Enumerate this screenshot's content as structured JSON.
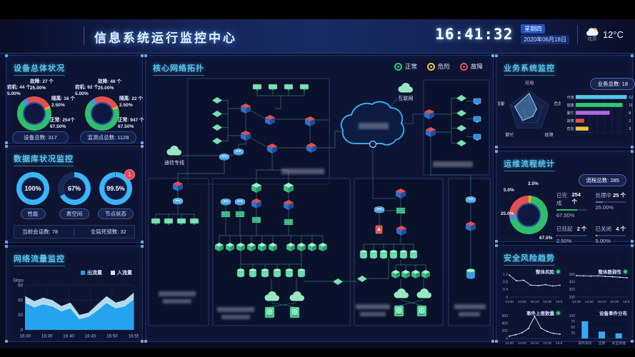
{
  "header": {
    "title": "信息系统运行监控中心",
    "clock": "16:41:32",
    "weekday": "星期四",
    "date": "2020年06月18日",
    "city": "北京",
    "temperature": "12°C"
  },
  "device": {
    "title": "设备总体状况",
    "groups": [
      {
        "badge": "设备总数: 317",
        "slices": [
          {
            "text": "宕机: 44 个",
            "pct": "5.00%",
            "value": 5,
            "color": "#4a90d9"
          },
          {
            "text": "故障: 27 个",
            "pct": "25.00%",
            "value": 25,
            "color": "#e2504c"
          },
          {
            "text": "隔离: 16 个",
            "pct": "2.50%",
            "value": 2.5,
            "color": "#f5a623"
          },
          {
            "text": "正常: 254个",
            "pct": "67.50%",
            "value": 67.5,
            "color": "#2fbe6e"
          }
        ]
      },
      {
        "badge": "监测点总数: 1128",
        "slices": [
          {
            "text": "宕机: 92 个",
            "pct": "5.00%",
            "value": 5,
            "color": "#4a90d9"
          },
          {
            "text": "故障: 48 个",
            "pct": "25.00%",
            "value": 25,
            "color": "#e2504c"
          },
          {
            "text": "隔离: 22 个",
            "pct": "2.50%",
            "value": 2.5,
            "color": "#f5a623"
          },
          {
            "text": "正常: 947 个",
            "pct": "67.50%",
            "value": 67.5,
            "color": "#2fbe6e"
          }
        ]
      }
    ]
  },
  "database": {
    "title": "数据库状况监控",
    "gauges": [
      {
        "display": "100%",
        "value": 100,
        "label": "性能"
      },
      {
        "display": "67%",
        "value": 67,
        "label": "表空间"
      },
      {
        "display": "99.5%",
        "value": 99.5,
        "label": "节点状态",
        "badge": "1"
      }
    ],
    "footer": [
      {
        "text": "当前会话数: 78"
      },
      {
        "text": "全局死锁数: 32"
      }
    ]
  },
  "traffic": {
    "title": "网络流量监控",
    "unit": "Gbps",
    "chart_data": {
      "type": "area",
      "x": [
        "16:30",
        "16:35",
        "16:40",
        "16:45",
        "16:50",
        "16:55"
      ],
      "yticks": [
        0,
        30,
        60,
        90
      ],
      "ylim": [
        0,
        90
      ],
      "series": [
        {
          "name": "出流量",
          "color": "#1fa0ee",
          "values": [
            55,
            46,
            52,
            48,
            38,
            44,
            22,
            27,
            40,
            55,
            44,
            48,
            62
          ]
        },
        {
          "name": "入流量",
          "color": "#bfe9fb",
          "values": [
            68,
            58,
            65,
            60,
            48,
            55,
            30,
            35,
            52,
            68,
            55,
            60,
            75
          ]
        }
      ]
    }
  },
  "topology": {
    "title": "核心网络拓扑",
    "legend": [
      {
        "label": "正常",
        "color": "#2ecc71"
      },
      {
        "label": "危险",
        "color": "#f0c23c"
      },
      {
        "label": "故障",
        "color": "#e2504c"
      }
    ],
    "internet_label": "互联网",
    "line_label": "通信专线"
  },
  "business": {
    "title": "业务系统监控",
    "badge": "业务总数: 18",
    "radar": {
      "axes": [
        "可用",
        "危险",
        "故障",
        "繁忙",
        "健康"
      ],
      "values": [
        0.88,
        0.38,
        0.3,
        0.55,
        0.75
      ]
    },
    "chart_data": {
      "type": "bar",
      "categories": [
        "可用",
        "健康",
        "繁忙",
        "故障",
        "危险"
      ],
      "values": [
        12,
        11,
        8,
        2,
        3
      ],
      "colors": [
        "#56c8e8",
        "#2ecc71",
        "#b06ae0",
        "#e2504c",
        "#f0c23c"
      ],
      "xmax": 12
    }
  },
  "ops": {
    "title": "运维流程统计",
    "badge": "流程总数: 285",
    "donut": {
      "slices": [
        {
          "pct": "2.5%",
          "value": 2.5,
          "color": "#f5a623"
        },
        {
          "pct": "67.5%",
          "value": 67.5,
          "color": "#2fbe6e"
        },
        {
          "pct": "5.0%",
          "value": 5,
          "color": "#4a90d9"
        },
        {
          "pct": "25.0%",
          "value": 25,
          "color": "#e2504c"
        }
      ]
    },
    "stats": [
      {
        "label": "已完成",
        "count": "254 个",
        "pct": "67.50%",
        "value": 67.5,
        "color": "#2fbe6e"
      },
      {
        "label": "处理中",
        "count": "25 个",
        "pct": "25.00%",
        "value": 25,
        "color": "#3f7fd4"
      },
      {
        "label": "已挂起",
        "count": "2 个",
        "pct": "2.50%",
        "value": 2.5,
        "color": "#e2504c"
      },
      {
        "label": "已关闭",
        "count": "4 个",
        "pct": "5.00%",
        "value": 5,
        "color": "#f5a623"
      }
    ]
  },
  "security": {
    "title": "安全风险趋势",
    "charts": [
      {
        "title": "整体风险",
        "dot": true,
        "type": "line",
        "yticks": [
          0,
          0.4,
          0.8,
          1.2
        ],
        "x": [
          "14:30",
          "14:50",
          "15:10",
          "15:30",
          "15:50"
        ],
        "values": [
          1.15,
          0.85,
          0.88,
          0.62,
          0.6,
          0.65,
          0.58,
          0.62
        ]
      },
      {
        "title": "整体脆弱性",
        "dot": true,
        "type": "line",
        "yticks": [
          200,
          300,
          400,
          500
        ],
        "x": [
          "14:30",
          "14:50",
          "15:10",
          "15:30",
          "15:50"
        ],
        "values": [
          480,
          478,
          475,
          478,
          470,
          466,
          460,
          452
        ]
      },
      {
        "title": "事件上报数量",
        "dot": true,
        "type": "line",
        "yticks": [
          0,
          200,
          400,
          600
        ],
        "x": [
          "14:30",
          "14:50",
          "15:10",
          "15:30",
          "15:50"
        ],
        "values": [
          60,
          100,
          150,
          260,
          580,
          270,
          180,
          130,
          110
        ]
      },
      {
        "title": "设备事件分布",
        "dot": false,
        "type": "bar",
        "yticks": [
          25,
          50,
          75,
          100
        ],
        "categories": [
          "操作系统",
          "应用",
          "安全管理"
        ],
        "values": [
          75,
          30,
          22
        ]
      }
    ]
  }
}
